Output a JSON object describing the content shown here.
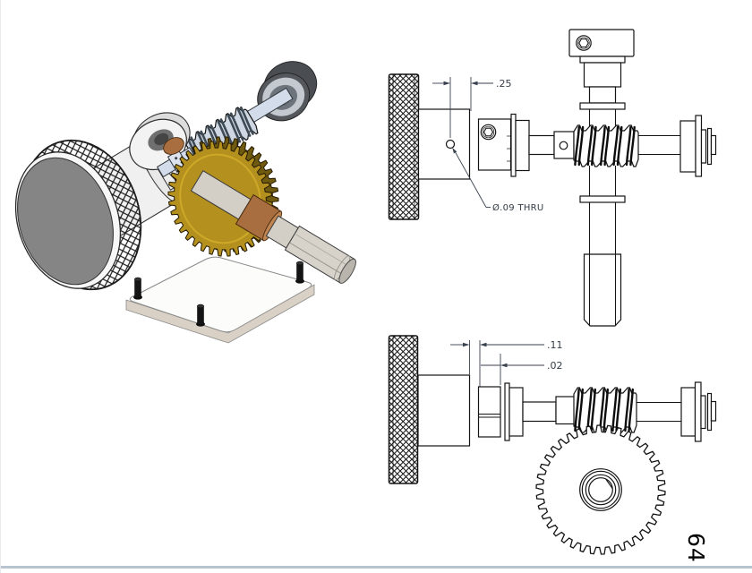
{
  "page": {
    "number": "64",
    "background": "#ffffff",
    "footer_line_color": "#b7c3cf"
  },
  "annotations": {
    "top_view": {
      "width_dim": ".25",
      "hole_callout": "Ø.09 THRU"
    },
    "front_view": {
      "gap_dim": ".11",
      "washer_dim": ".02"
    }
  },
  "drawing": {
    "spur_gear_teeth": 38,
    "iso_gear_teeth": 36,
    "worm_coils_2d": 5,
    "worm_coils_iso": 6
  },
  "colors": {
    "line": "#141414",
    "dimension": "#39424e",
    "gear_gold": "#b4901e",
    "gear_gold_dark": "#6f5a10",
    "gear_gold_light": "#d9b32c",
    "bushing_copper": "#a96e3f",
    "bushing_copper_light": "#c08550",
    "shaft_blue_silver": "#d3dcea",
    "knob_face_gray": "#858585",
    "metal_white": "#f1f1f1",
    "plate_side_tan": "#d9d1c5",
    "output_shaft_gray": "#d3cfc7",
    "bearing_dark": "#4a4e53",
    "bearing_light": "#c4c9cf"
  }
}
